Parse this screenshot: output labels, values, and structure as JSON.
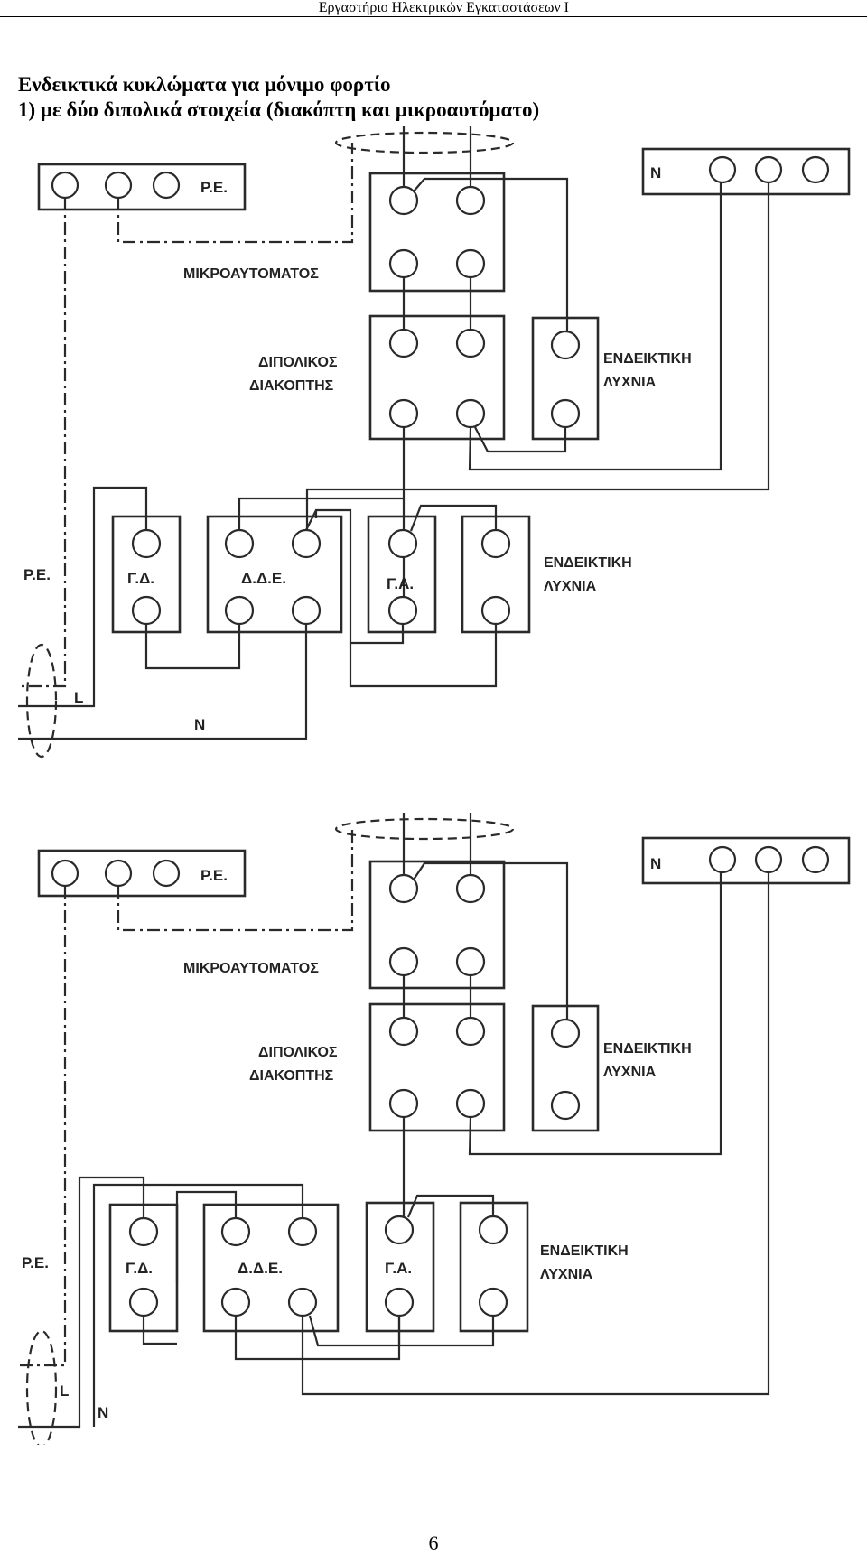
{
  "header": {
    "running_title": "Εργαστήριο Ηλεκτρικών Εγκαταστάσεων Ι"
  },
  "heading": {
    "line1": "Ενδεικτικά κυκλώματα για μόνιμο φορτίο",
    "line2": "1) με δύο διπολικά στοιχεία (διακόπτη και μικροαυτόματο)"
  },
  "diagrams": [
    {
      "pe_bar_label": "P.E.",
      "neutral_bar_label": "N",
      "breaker_label": "ΜΙΚΡΟΑΥΤΟΜΑΤΟΣ",
      "switch_label_1": "ΔΙΠΟΛΙΚΟΣ",
      "switch_label_2": "ΔΙΑΚΟΠΤΗΣ",
      "lamp_label_1": "ΕΝΔΕΙΚΤΙΚΗ",
      "lamp_label_2": "ΛΥΧΝΙΑ",
      "gd_label": "Γ.Δ.",
      "dde_label": "Δ.Δ.Ε.",
      "ga_label": "Γ.Α.",
      "lamp2_label_1": "ΕΝΔΕΙΚΤΙΚΗ",
      "lamp2_label_2": "ΛΥΧΝΙΑ",
      "pe_label": "P.E.",
      "l_label": "L",
      "n_label": "N"
    },
    {
      "pe_bar_label": "P.E.",
      "neutral_bar_label": "N",
      "breaker_label": "ΜΙΚΡΟΑΥΤΟΜΑΤΟΣ",
      "switch_label_1": "ΔΙΠΟΛΙΚΟΣ",
      "switch_label_2": "ΔΙΑΚΟΠΤΗΣ",
      "lamp_label_1": "ΕΝΔΕΙΚΤΙΚΗ",
      "lamp_label_2": "ΛΥΧΝΙΑ",
      "gd_label": "Γ.Δ.",
      "dde_label": "Δ.Δ.Ε.",
      "ga_label": "Γ.Α.",
      "lamp2_label_1": "ΕΝΔΕΙΚΤΙΚΗ",
      "lamp2_label_2": "ΛΥΧΝΙΑ",
      "pe_label": "P.E.",
      "l_label": "L",
      "n_label": "N"
    }
  ],
  "footer": {
    "page_number": "6"
  }
}
